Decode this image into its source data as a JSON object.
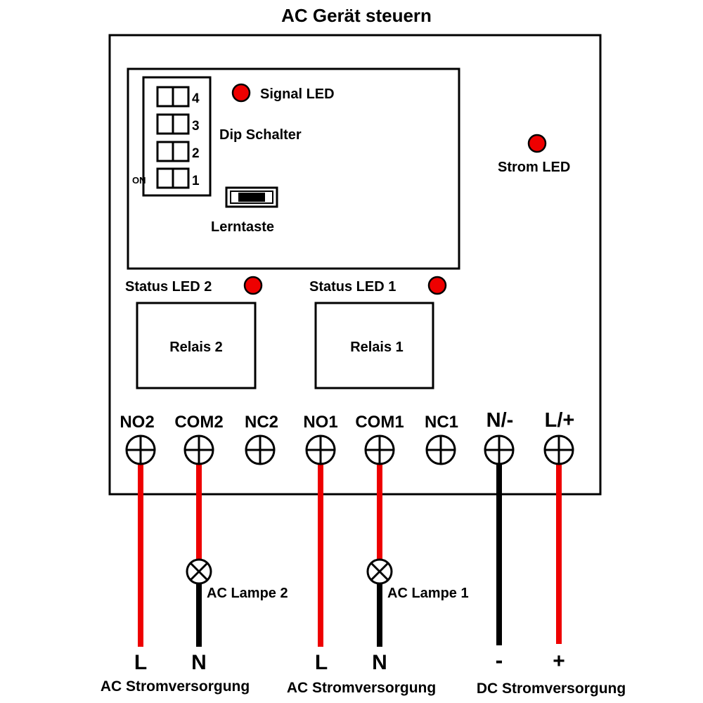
{
  "title": "AC Gerät steuern",
  "module": {
    "dip_switch_label": "Dip Schalter",
    "dip_on_label": "ON",
    "dip_positions": [
      "4",
      "3",
      "2",
      "1"
    ],
    "signal_led_label": "Signal LED",
    "learn_button_label": "Lerntaste",
    "power_led_label": "Strom LED"
  },
  "relays": [
    {
      "name": "Relais 2",
      "status_led": "Status LED 2"
    },
    {
      "name": "Relais 1",
      "status_led": "Status LED 1"
    }
  ],
  "terminals": [
    "NO2",
    "COM2",
    "NC2",
    "NO1",
    "COM1",
    "NC1",
    "N/-",
    "L/+"
  ],
  "lamps": [
    "AC Lampe 2",
    "AC Lampe 1"
  ],
  "supply_terminals": [
    "L",
    "N",
    "L",
    "N",
    "-",
    "+"
  ],
  "supplies": [
    "AC Stromversorgung",
    "AC Stromversorgung",
    "DC Stromversorgung"
  ],
  "colors": {
    "led": "#ee0000",
    "live_wire": "#ee0000",
    "neutral_wire": "#000000",
    "outline": "#000000"
  }
}
